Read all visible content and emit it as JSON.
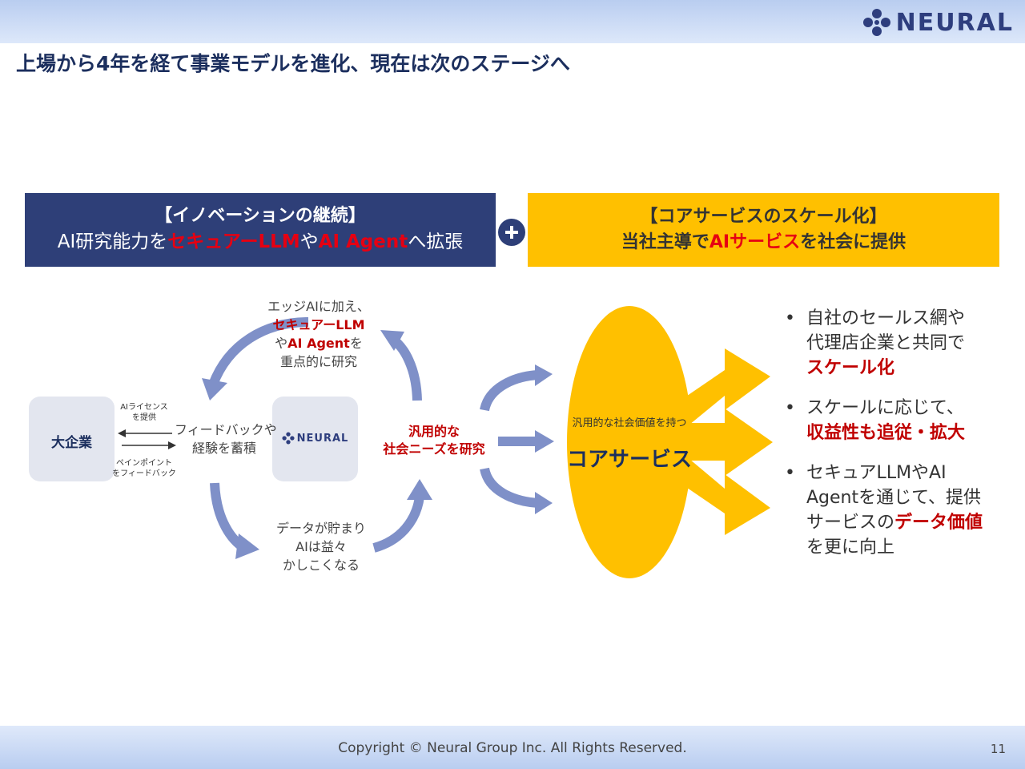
{
  "header": {
    "logo_text": "NEURAL",
    "title": "上場から4年を経て事業モデルを進化、現在は次のステージへ"
  },
  "left_box": {
    "line1": "【イノベーションの継続】",
    "line2_a": "AI研究能力を",
    "line2_b": "セキュアーLLM",
    "line2_c": "や",
    "line2_d": "AI Agent",
    "line2_e": "へ拡張"
  },
  "right_box": {
    "line1": "【コアサービスのスケール化】",
    "line2_a": "当社主導で",
    "line2_b": "AIサービス",
    "line2_c": "を社会に提供"
  },
  "cycle": {
    "enterprise": "大企業",
    "neural_label": "NEURAL",
    "license_1": "AIライセンス",
    "license_2": "を提供",
    "painpoint_1": "ペインポイント",
    "painpoint_2": "をフィードバック",
    "feedback_1": "フィードバックや",
    "feedback_2": "経験を蓄積",
    "top_1": "エッジAIに加え、",
    "top_2": "セキュアーLLM",
    "top_3a": "や",
    "top_3b": "AI Agent",
    "top_3c": "を",
    "top_4": "重点的に研究",
    "bottom_1": "データが貯まり",
    "bottom_2": "AIは益々",
    "bottom_3": "かしこくなる",
    "center_1": "汎用的な",
    "center_2": "社会ニーズを研究"
  },
  "core": {
    "small": "汎用的な社会価値を持つ",
    "label": "コアサービス"
  },
  "bullets": [
    {
      "dot": "•",
      "l1": "自社のセールス網や",
      "l2": "代理店企業と共同で",
      "l3": "スケール化"
    },
    {
      "dot": "•",
      "l1": "スケールに応じて、",
      "l2": "収益性も追従・拡大"
    },
    {
      "dot": "•",
      "l1": "セキュアLLMやAI",
      "l2": "Agentを通じて、提供",
      "l3a": "サービスの",
      "l3b": "データ価値",
      "l4": "を更に向上"
    }
  ],
  "footer": {
    "copyright": "Copyright © Neural Group Inc. All Rights Reserved.",
    "page": "11"
  },
  "colors": {
    "navy": "#2e3f78",
    "yellow": "#ffc000",
    "red": "#c00000",
    "arrow": "#7f90c8"
  }
}
